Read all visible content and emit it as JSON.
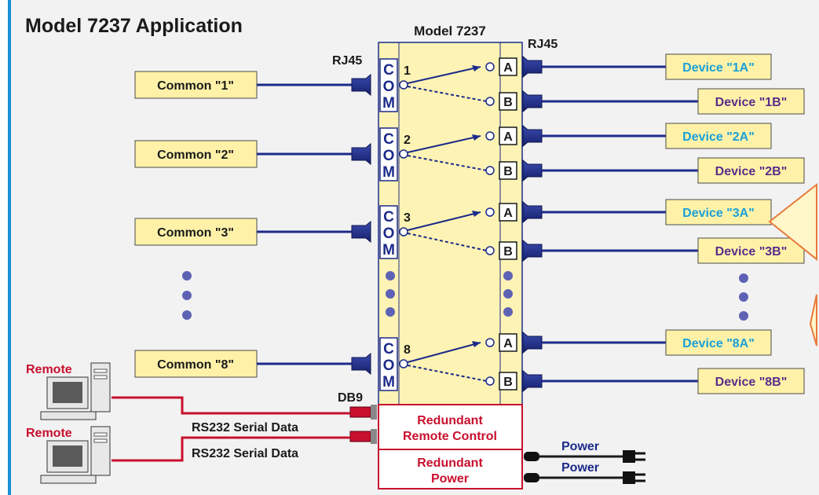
{
  "title": "Model 7237 Application",
  "switch": {
    "label": "Model 7237",
    "com_letters": [
      "C",
      "O",
      "M"
    ],
    "port_a_label": "A",
    "port_b_label": "B"
  },
  "connector_labels": {
    "rj45_left": "RJ45",
    "rj45_right": "RJ45",
    "db9": "DB9"
  },
  "channels": [
    {
      "num": "1",
      "common": "Common \"1\"",
      "device_a": "Device \"1A\"",
      "device_b": "Device \"1B\""
    },
    {
      "num": "2",
      "common": "Common \"2\"",
      "device_a": "Device \"2A\"",
      "device_b": "Device \"2B\""
    },
    {
      "num": "3",
      "common": "Common \"3\"",
      "device_a": "Device \"3A\"",
      "device_b": "Device \"3B\""
    },
    {
      "num": "8",
      "common": "Common \"8\"",
      "device_a": "Device \"8A\"",
      "device_b": "Device \"8B\""
    }
  ],
  "remote": {
    "labels": [
      "Remote",
      "Remote"
    ],
    "serial_labels": [
      "RS232 Serial Data",
      "RS232 Serial Data"
    ],
    "control_box": [
      "Redundant",
      "Remote Control"
    ]
  },
  "power": {
    "box": [
      "Redundant",
      "Power"
    ],
    "labels": [
      "Power",
      "Power"
    ]
  },
  "colors": {
    "panel_bg": "#f2f2f2",
    "accent": "#1a8fd6",
    "label_fill": "#fff2a8",
    "switch_fill": "#fdf3b4",
    "cable": "#1c2b8a",
    "device_a_text": "#1a9fd8",
    "device_b_text": "#5a2d8a",
    "remote_red": "#c8102e",
    "dots": "#5e62b5"
  }
}
